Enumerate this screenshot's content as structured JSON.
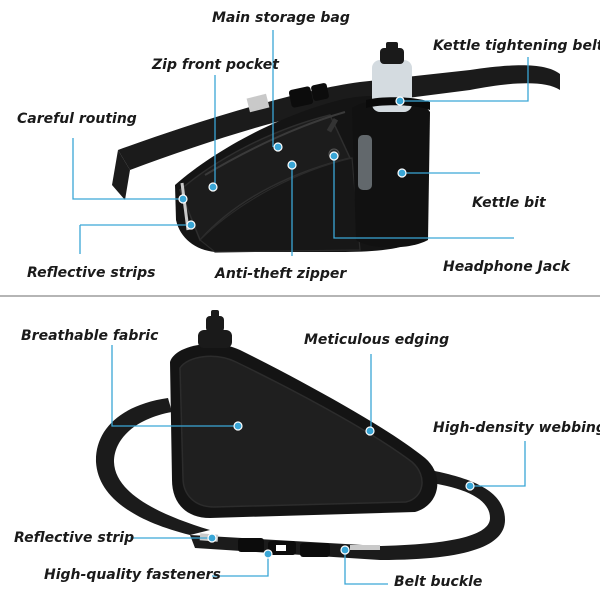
{
  "colors": {
    "callout": "#3aa6d6",
    "bag": "#141414",
    "bag_edge": "#2a2a2a",
    "mesh": "#1e1e1e",
    "reflective": "#c9c9c9",
    "bottle": "#cfd6dc",
    "divider": "#b5b5b5"
  },
  "top_callouts": {
    "main_storage_bag": "Main storage bag",
    "zip_front_pocket": "Zip front pocket",
    "kettle_tightening_belt": "Kettle tightening belt",
    "careful_routing": "Careful routing",
    "kettle_bit": "Kettle bit",
    "reflective_strips": "Reflective strips",
    "anti_theft_zipper": "Anti-theft zipper",
    "headphone_jack": "Headphone Jack"
  },
  "bottom_callouts": {
    "breathable_fabric": "Breathable fabric",
    "meticulous_edging": "Meticulous edging",
    "high_density_webbing": "High-density webbing",
    "reflective_strip": "Reflective strip",
    "high_quality_fasteners": "High-quality fasteners",
    "belt_buckle": "Belt buckle"
  }
}
